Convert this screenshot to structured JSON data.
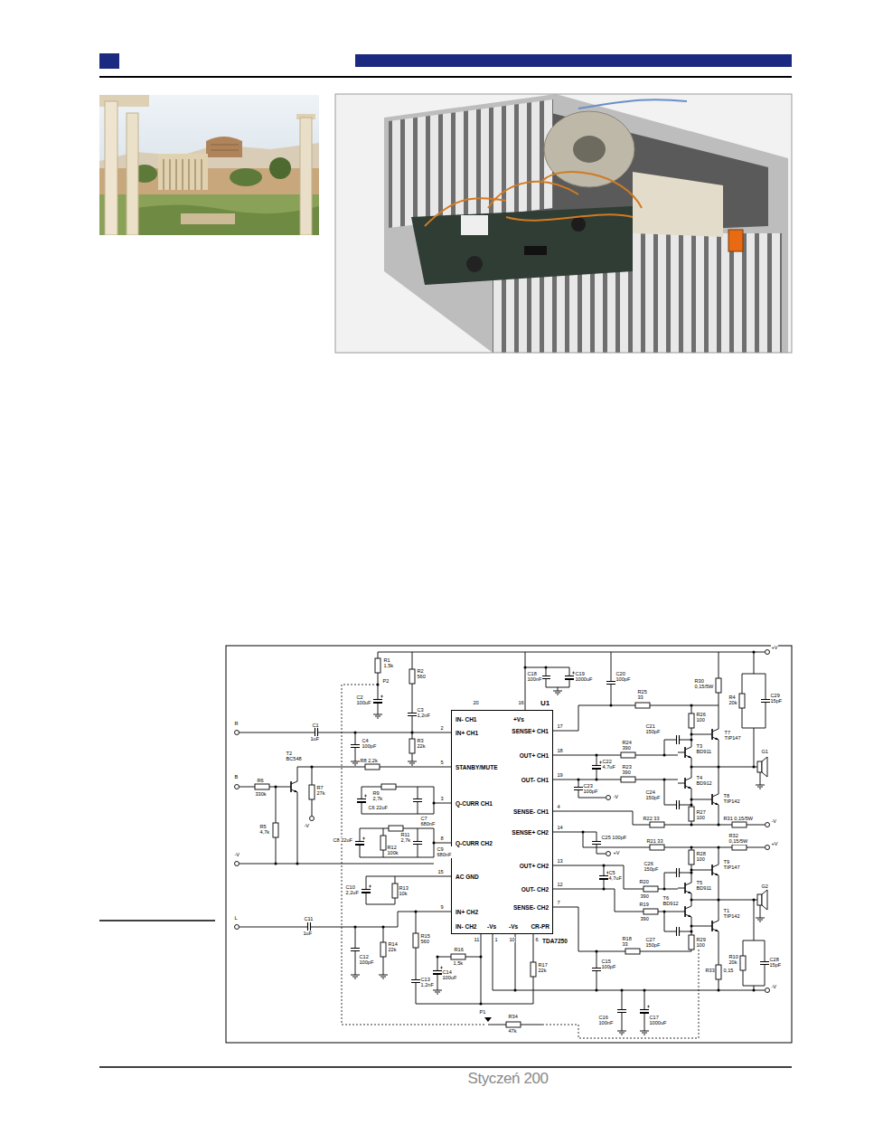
{
  "diagram": {
    "nodes": [
      {
        "text": [
          "U1",
          "IN- CH1",
          "+Vs",
          "IN+ CH1",
          "SENSE+ CH1",
          "OUT+ CH1",
          "STANBY/MUTE",
          "OUT- CH1",
          "Q-CURR CH1",
          "SENSE- CH1",
          "SENSE+ CH2",
          "Q-CURR CH2",
          "OUT+ CH2",
          "AC GND",
          "OUT- CH2",
          "SENSE- CH2",
          "IN+ CH2",
          "IN- CH2",
          "-Vs",
          "-Vs",
          "CR-PR",
          "TDA7250"
        ]
      }
    ],
    "labels": [
      "R1 1,5k",
      "P2",
      "C2 100uF",
      "R2 560",
      "C3 1,2nF",
      "R3 22k",
      "C4 100pF",
      "R",
      "C1",
      "1uF",
      "T2 BC548",
      "R8 2,2k",
      "B",
      "R6",
      "330k",
      "R5 4,7k",
      "R7 27k",
      "-V",
      "R9 2,7k",
      "C6 22uF",
      "C7 680nF",
      "-V",
      "R11 2,7k",
      "R12 100k",
      "C8 22uF",
      "C9 680nF",
      "C10 2,2uF",
      "R13 10k",
      "L",
      "C11",
      "1uF",
      "C12 100pF",
      "R14 22k",
      "R15 560",
      "C13 1,2nF",
      "R16",
      "1,5k",
      "C14 100uF",
      "R17 22k",
      "C15 100pF",
      "C16 100nF",
      "C17 1000uF",
      "P1",
      "R34",
      "47k",
      "C18 100nF",
      "C19 1000uF",
      "C20 100pF",
      "R25 33",
      "R30 0,15/5W",
      "R4 20k",
      "C29 15pF",
      "+V",
      "R26 100",
      "C21 150pF",
      "T7 TIP147",
      "R24 390",
      "T3 BD911",
      "G1",
      "C22 4,7uF",
      "R23 390",
      "T4 BD912",
      "C23 100pF",
      "-V",
      "C24 150pF",
      "T8 TIP142",
      "R27 100",
      "R22 33",
      "R31 0,15/5W",
      "-V",
      "C25 100pF",
      "+V",
      "R21 33",
      "R28 100",
      "R32 0,15/5W",
      "+V",
      "C26 150pF",
      "T9 TIP147",
      "R20",
      "390",
      "C5 4,7uF",
      "T5 BD911",
      "G2",
      "R19",
      "390",
      "T6 BD912",
      "T1 TIP142",
      "C27 150pF",
      "R18 33",
      "R29 100",
      "R10 20k",
      "C28 15pF",
      "R33",
      "0,15",
      "-V",
      "20",
      "16",
      "2",
      "5",
      "3",
      "8",
      "15",
      "9",
      "17",
      "18",
      "19",
      "4",
      "14",
      "13",
      "12",
      "7",
      "11",
      "1",
      "10",
      "6",
      "Styczeń 200"
    ]
  }
}
